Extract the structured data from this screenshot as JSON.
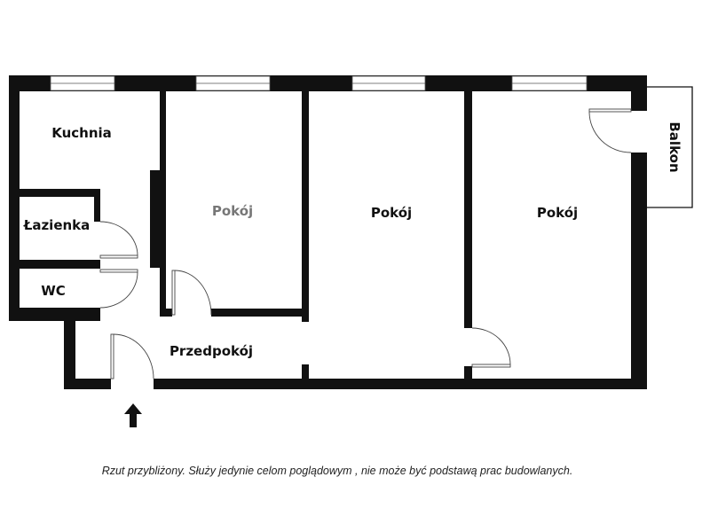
{
  "rooms": {
    "kitchen": "Kuchnia",
    "bathroom": "Łazienka",
    "wc": "WC",
    "room1": "Pokój",
    "room2": "Pokój",
    "room3": "Pokój",
    "hallway": "Przedpokój",
    "balcony": "Balkon"
  },
  "disclaimer": "Rzut przybliżony. Służy jedynie celom poglądowym , nie może być podstawą prac budowlanych.",
  "icons": {
    "entrance": "arrow-up-icon"
  },
  "colors": {
    "wall": "#111111",
    "muted_label": "#777777"
  }
}
